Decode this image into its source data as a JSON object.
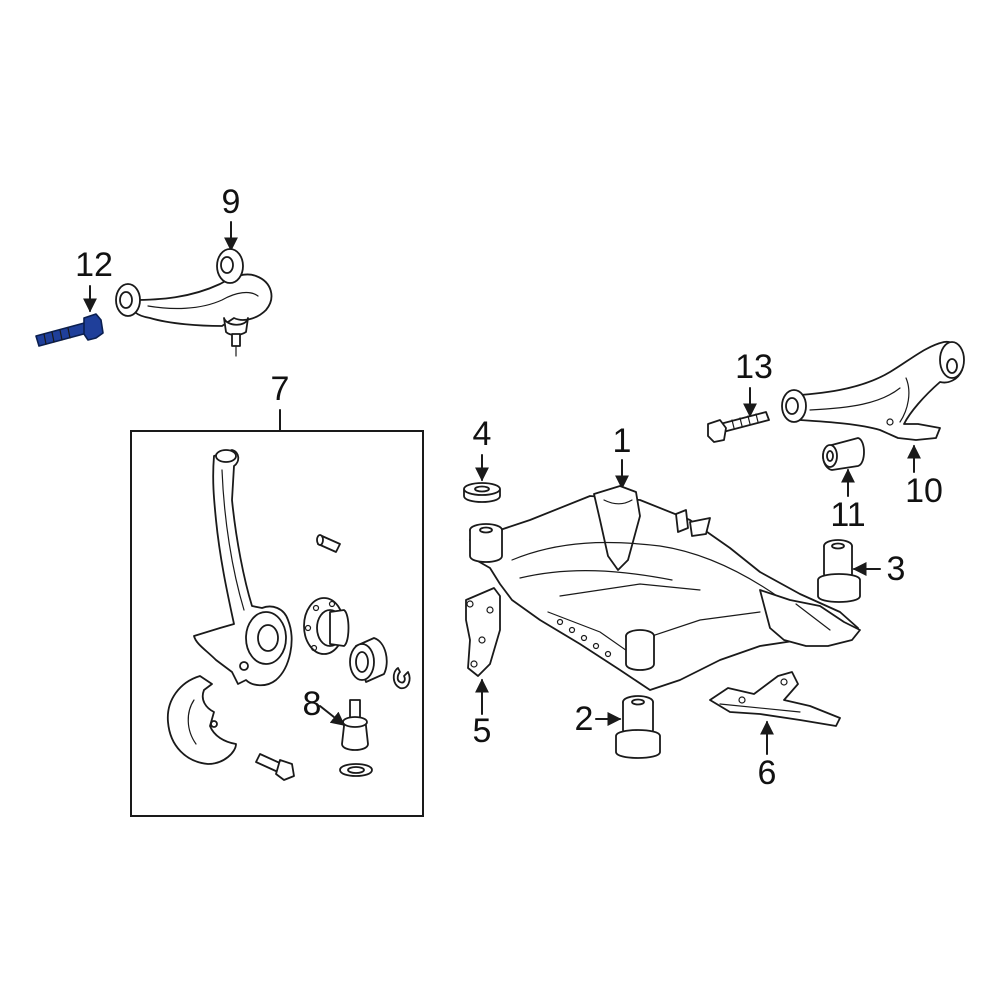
{
  "callouts": {
    "c1": "1",
    "c2": "2",
    "c3": "3",
    "c4": "4",
    "c5": "5",
    "c6": "6",
    "c7": "7",
    "c8": "8",
    "c9": "9",
    "c10": "10",
    "c11": "11",
    "c12": "12",
    "c13": "13"
  },
  "colors": {
    "highlight_part": "#1f3f9a",
    "line": "#1a1a1a",
    "background": "#ffffff"
  }
}
